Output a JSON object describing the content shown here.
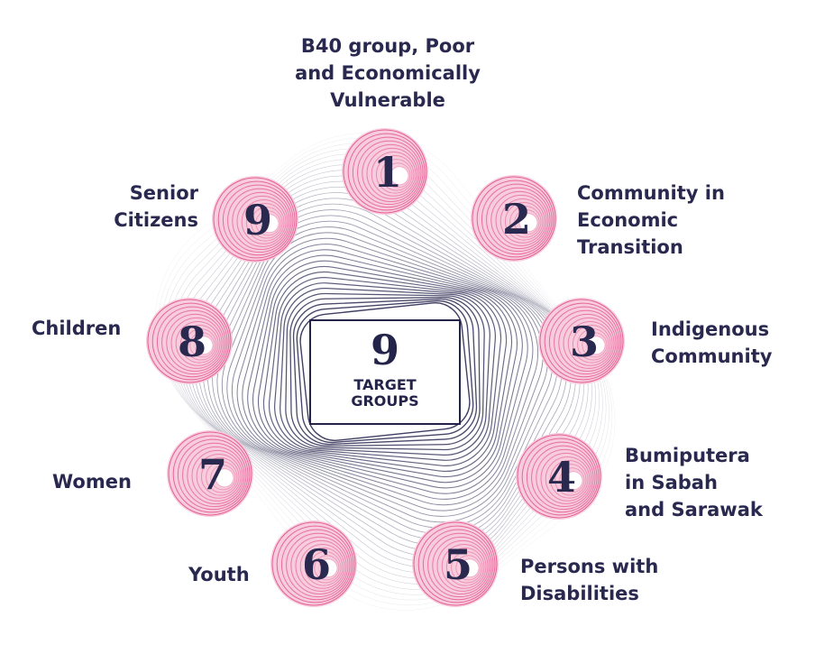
{
  "center": {
    "number": "9",
    "label": "TARGET GROUPS"
  },
  "groups": [
    {
      "number": "1",
      "label": "B40 group, Poor\nand Economically\nVulnerable"
    },
    {
      "number": "2",
      "label": "Community in\nEconomic\nTransition"
    },
    {
      "number": "3",
      "label": "Indigenous\nCommunity"
    },
    {
      "number": "4",
      "label": "Bumiputera\nin Sabah\nand Sarawak"
    },
    {
      "number": "5",
      "label": "Persons with\nDisabilities"
    },
    {
      "number": "6",
      "label": "Youth"
    },
    {
      "number": "7",
      "label": "Women"
    },
    {
      "number": "8",
      "label": "Children"
    },
    {
      "number": "9",
      "label": "Senior\nCitizens"
    }
  ],
  "colors": {
    "circle_fill": "#f7cddd",
    "circle_ring": "#e24a86",
    "text": "#29284f",
    "swirl": "#2b2a52"
  }
}
